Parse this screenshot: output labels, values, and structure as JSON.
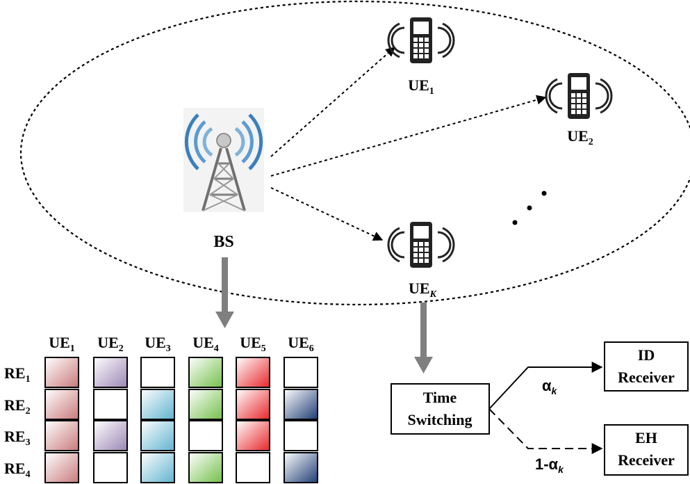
{
  "bs": {
    "label": "BS"
  },
  "ues": [
    {
      "base": "UE",
      "sub": "1"
    },
    {
      "base": "UE",
      "sub": "2"
    },
    {
      "base": "UE",
      "sub": "K"
    }
  ],
  "grid": {
    "columns": [
      {
        "base": "UE",
        "sub": "1"
      },
      {
        "base": "UE",
        "sub": "2"
      },
      {
        "base": "UE",
        "sub": "3"
      },
      {
        "base": "UE",
        "sub": "4"
      },
      {
        "base": "UE",
        "sub": "5"
      },
      {
        "base": "UE",
        "sub": "6"
      }
    ],
    "rows": [
      {
        "base": "RE",
        "sub": "1"
      },
      {
        "base": "RE",
        "sub": "2"
      },
      {
        "base": "RE",
        "sub": "3"
      },
      {
        "base": "RE",
        "sub": "4"
      }
    ],
    "column_colors": [
      "#c97a7a",
      "#9b86b5",
      "#5fb3cf",
      "#73bf4a",
      "#e8262a",
      "#1e3d75"
    ],
    "occupancy": [
      [
        1,
        1,
        1,
        1
      ],
      [
        1,
        0,
        1,
        0
      ],
      [
        0,
        1,
        1,
        1
      ],
      [
        1,
        1,
        0,
        1
      ],
      [
        1,
        1,
        1,
        0
      ],
      [
        0,
        1,
        0,
        1
      ]
    ]
  },
  "time_switching": {
    "line1": "Time",
    "line2": "Switching"
  },
  "id_receiver": {
    "line1": "ID",
    "line2": "Receiver"
  },
  "eh_receiver": {
    "line1": "EH",
    "line2": "Receiver"
  },
  "alpha": {
    "base": "α",
    "sub": "k"
  },
  "one_minus_alpha": {
    "base": "1-α",
    "sub": "k"
  }
}
